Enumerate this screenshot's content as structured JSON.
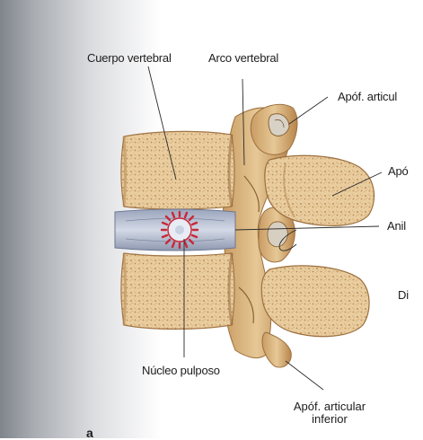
{
  "figure": {
    "panel_letter": "a",
    "labels": {
      "vertebral_body": "Cuerpo vertebral",
      "vertebral_arch": "Arco vertebral",
      "superior_articular_process": "Apóf. articul",
      "process_partial": "Apó",
      "ring_partial": "Anil",
      "disc_partial": "Di",
      "nucleus_pulposus": "Núcleo pulposo",
      "inferior_articular_process_line1": "Apóf. articular",
      "inferior_articular_process_line2": "inferior"
    }
  },
  "colors": {
    "bone": "#e8c99c",
    "bone_dark": "#c9a06a",
    "disc": "#b9c2d6",
    "nucleus_spokes": "#c8283a",
    "page_shadow": "#8f949a"
  }
}
